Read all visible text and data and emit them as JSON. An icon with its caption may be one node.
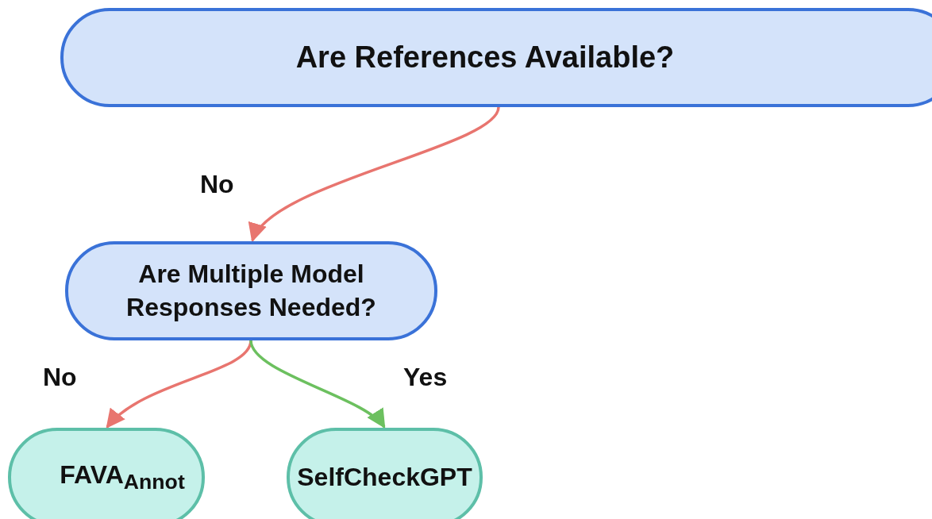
{
  "diagram": {
    "nodes": [
      {
        "text": [
          "Are References Available?"
        ]
      },
      {
        "text": [
          "Are Multiple Model Responses Needed?"
        ]
      },
      {
        "text": [
          "FAVA$_{Annot}$"
        ]
      },
      {
        "text": [
          "SelfCheckGPT"
        ]
      }
    ],
    "edges": [
      {
        "from": 0,
        "to": 1,
        "arrow": "to",
        "label": "No"
      },
      {
        "from": 1,
        "to": 2,
        "arrow": "to",
        "label": "No"
      },
      {
        "from": 1,
        "to": 3,
        "arrow": "to",
        "label": "Yes",
        "color": "#6cc05f"
      }
    ]
  }
}
